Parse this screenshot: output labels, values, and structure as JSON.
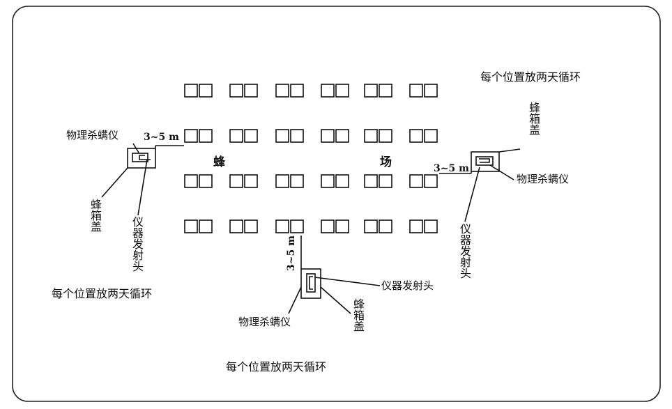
{
  "field": {
    "word_left": "蜂",
    "word_right": "场"
  },
  "hive_grid": {
    "rows": 4,
    "columns": 6,
    "boxes_per_group": 2
  },
  "left_setup": {
    "device_label": "物理杀螨仪",
    "distance_label": "3~5 m",
    "hive_cover_label": "蜂箱盖",
    "emitter_label": "仪器发射头",
    "cycle_label": "每个位置放两天循环"
  },
  "right_setup": {
    "cycle_label": "每个位置放两天循环",
    "hive_cover_label": "蜂箱盖",
    "distance_label": "3~5 m",
    "device_label": "物理杀螨仪",
    "emitter_label": "仪器发射头"
  },
  "bottom_setup": {
    "distance_label": "3~5 m",
    "emitter_label": "仪器发射头",
    "device_label": "物理杀螨仪",
    "hive_cover_label": "蜂箱盖",
    "cycle_label": "每个位置放两天循环"
  }
}
